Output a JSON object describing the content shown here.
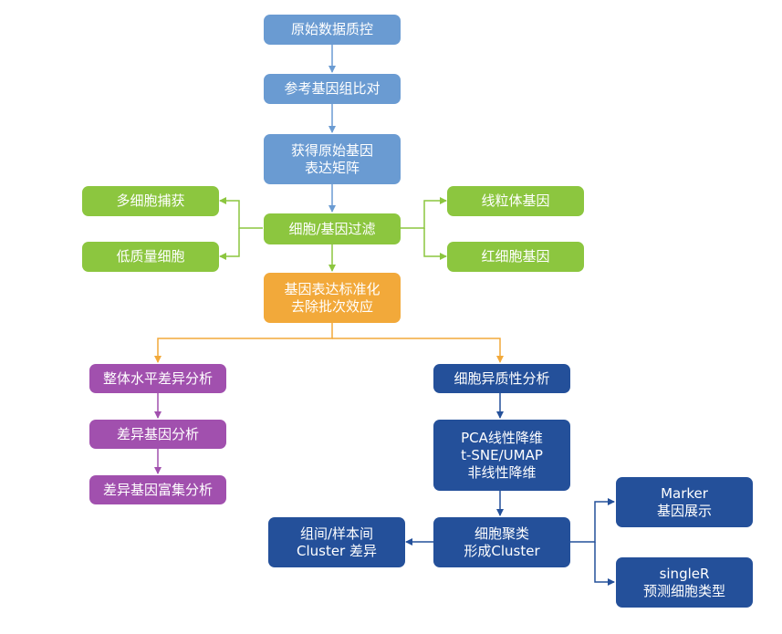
{
  "colors": {
    "light_blue": "#6a9bd2",
    "green": "#8cc63f",
    "orange": "#f2a93a",
    "purple": "#a150ae",
    "navy": "#24509a"
  },
  "nodes": {
    "qc": [
      "原始数据质控"
    ],
    "align": [
      "参考基因组比对"
    ],
    "matrix": [
      "获得原始基因",
      "表达矩阵"
    ],
    "filter": [
      "细胞/基因过滤"
    ],
    "multiplet": [
      "多细胞捕获"
    ],
    "lowquality": [
      "低质量细胞"
    ],
    "mito": [
      "线粒体基因"
    ],
    "rbc": [
      "红细胞基因"
    ],
    "normalize": [
      "基因表达标准化",
      "去除批次效应"
    ],
    "overall_diff": [
      "整体水平差异分析"
    ],
    "deg": [
      "差异基因分析"
    ],
    "enrich": [
      "差异基因富集分析"
    ],
    "hetero": [
      "细胞异质性分析"
    ],
    "reduce": [
      "PCA线性降维",
      "t-SNE/UMAP",
      "非线性降维"
    ],
    "cluster": [
      "细胞聚类",
      "形成Cluster"
    ],
    "group_diff": [
      "组间/样本间",
      "Cluster 差异"
    ],
    "marker": [
      "Marker",
      "基因展示"
    ],
    "singler": [
      "singleR",
      "预测细胞类型"
    ]
  }
}
